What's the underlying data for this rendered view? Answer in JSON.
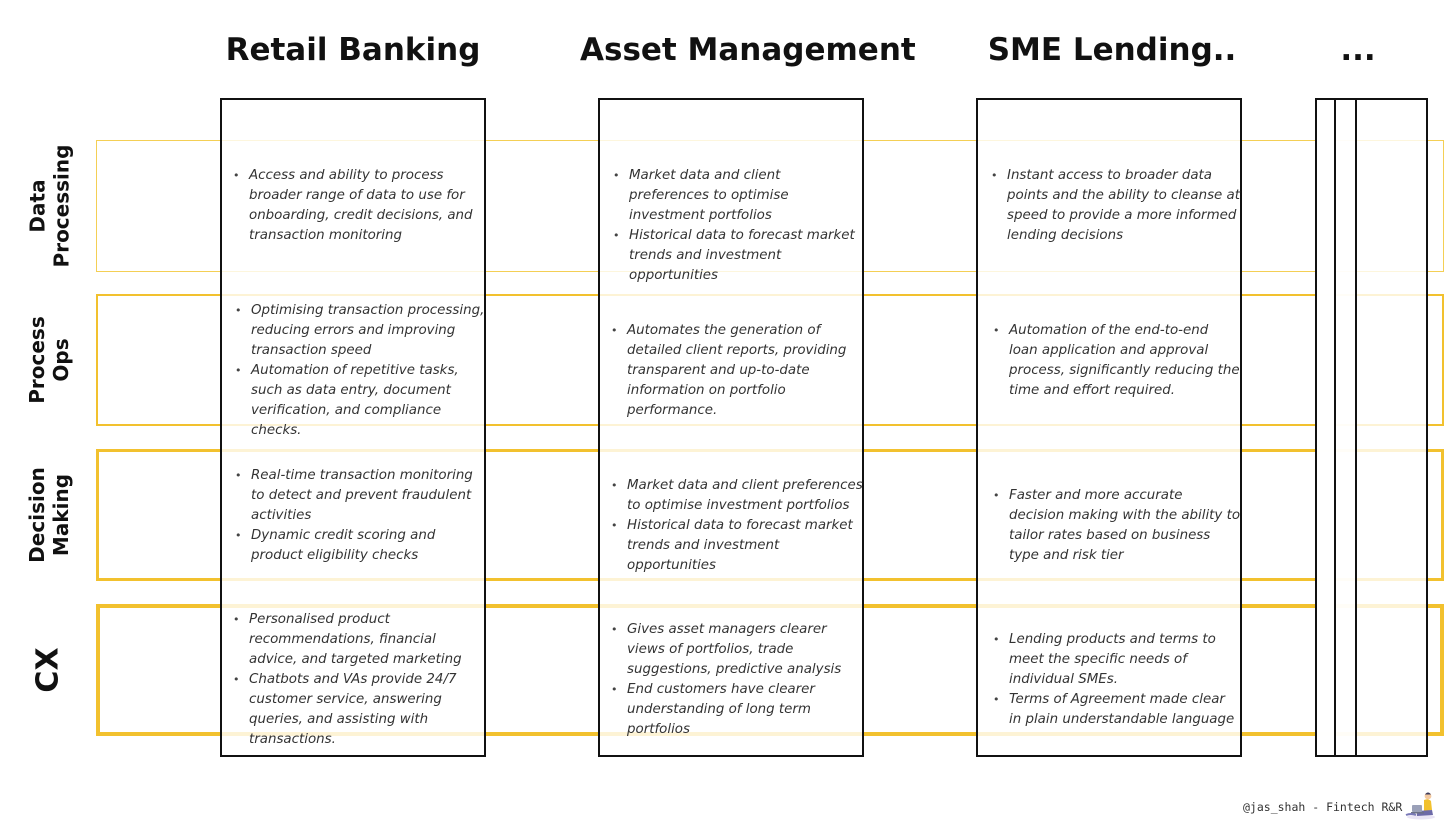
{
  "columns": [
    {
      "title": "Retail Banking"
    },
    {
      "title": "Asset Management"
    },
    {
      "title": "SME Lending.."
    },
    {
      "title": "..."
    }
  ],
  "rows": [
    {
      "label": "Data\nProcessing"
    },
    {
      "label": "Process\nOps"
    },
    {
      "label": "Decision\nMaking"
    },
    {
      "label": "CX"
    }
  ],
  "cells": {
    "retail": [
      [
        "Access and ability to process broader range of data to use for onboarding, credit decisions, and transaction monitoring"
      ],
      [
        "Optimising transaction processing, reducing errors and improving transaction speed",
        "Automation of repetitive tasks, such as data entry, document verification, and compliance checks."
      ],
      [
        "Real-time transaction monitoring to detect and prevent fraudulent activities",
        "Dynamic credit scoring and product eligibility checks"
      ],
      [
        "Personalised product recommendations, financial advice, and targeted marketing",
        "Chatbots and VAs provide 24/7 customer service, answering queries, and assisting with transactions."
      ]
    ],
    "asset": [
      [
        "Market data and client preferences to optimise investment portfolios",
        "Historical data to forecast market trends and investment opportunities"
      ],
      [
        "Automates the generation of detailed client reports, providing transparent and up-to-date information on portfolio performance."
      ],
      [
        "Market data and client preferences to optimise investment portfolios",
        "Historical data to forecast market trends and investment opportunities"
      ],
      [
        "Gives asset managers clearer views of portfolios, trade suggestions, predictive analysis",
        "End customers have clearer understanding of long term portfolios"
      ]
    ],
    "sme": [
      [
        "Instant access to broader data points and the ability to cleanse at speed to provide a more informed lending decisions"
      ],
      [
        "Automation of the end-to-end loan application and approval process, significantly reducing the time and effort required."
      ],
      [
        "Faster and more accurate decision making with the ability to tailor rates based on business type and risk tier"
      ],
      [
        "Lending products and terms to meet the specific needs of individual SMEs.",
        "Terms of Agreement made clear in plain understandable language"
      ]
    ]
  },
  "footer": {
    "credit": "@jas_shah - Fintech R&R"
  },
  "colors": {
    "accent": "#f2c12e",
    "border": "#111111"
  }
}
